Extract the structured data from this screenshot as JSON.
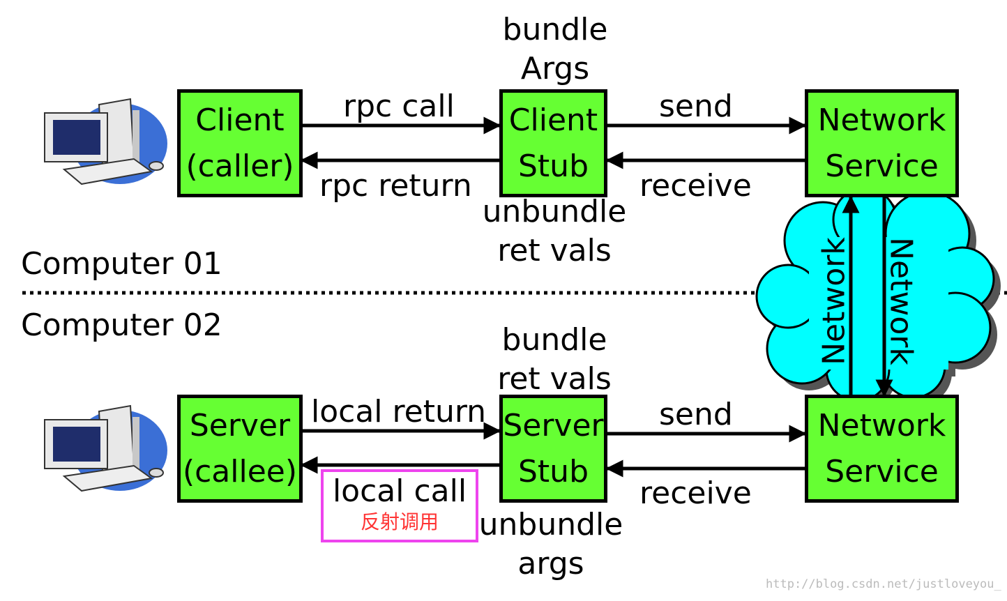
{
  "sections": {
    "computer1": "Computer 01",
    "computer2": "Computer 02"
  },
  "boxes": {
    "client": {
      "line1": "Client",
      "line2": "(caller)"
    },
    "client_stub": {
      "line1": "Client",
      "line2": "Stub"
    },
    "net_service_top": {
      "line1": "Network",
      "line2": "Service"
    },
    "server": {
      "line1": "Server",
      "line2": "(callee)"
    },
    "server_stub": {
      "line1": "Server",
      "line2": "Stub"
    },
    "net_service_bottom": {
      "line1": "Network",
      "line2": "Service"
    }
  },
  "arrows": {
    "rpc_call": "rpc call",
    "rpc_return": "rpc return",
    "send_top": "send",
    "receive_top": "receive",
    "local_return": "local return",
    "send_bottom": "send",
    "receive_bottom": "receive",
    "network_up": "Network",
    "network_down": "Network"
  },
  "annotations": {
    "bundle_args": {
      "line1": "bundle",
      "line2": "Args"
    },
    "unbundle_ret_vals": {
      "line1": "unbundle",
      "line2": "ret vals"
    },
    "bundle_ret_vals": {
      "line1": "bundle",
      "line2": "ret vals"
    },
    "unbundle_args": {
      "line1": "unbundle",
      "line2": "args"
    }
  },
  "note": {
    "title": "local call",
    "subtitle": "反射调用",
    "border_color": "#ee44ee",
    "subtitle_color": "#ff3333"
  },
  "colors": {
    "box_fill": "#66ff33",
    "cloud_fill": "#00ffff"
  },
  "icons": {
    "computer": "desktop-computer-icon",
    "cloud": "network-cloud-icon"
  },
  "watermark": "http://blog.csdn.net/justloveyou_"
}
